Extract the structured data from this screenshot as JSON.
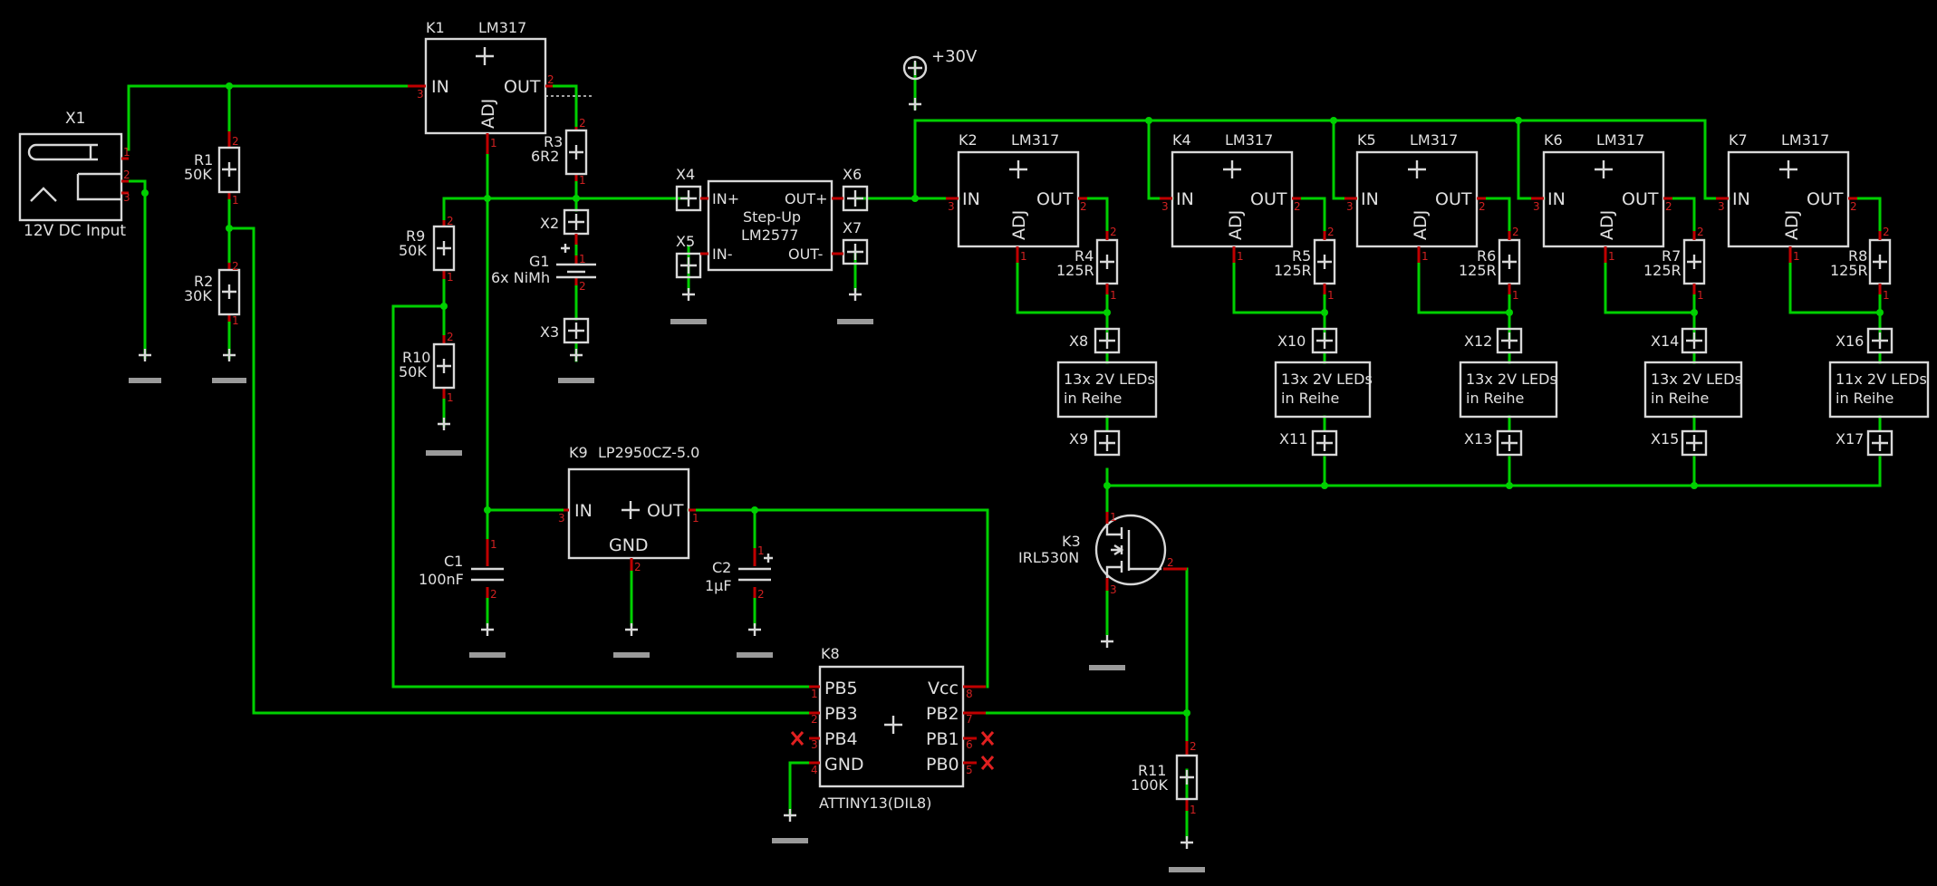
{
  "refs": {
    "X1": "X1",
    "X2": "X2",
    "X3": "X3",
    "X4": "X4",
    "X5": "X5",
    "X6": "X6",
    "X7": "X7",
    "X8": "X8",
    "X9": "X9",
    "X10": "X10",
    "X11": "X11",
    "X12": "X12",
    "X13": "X13",
    "X14": "X14",
    "X15": "X15",
    "X16": "X16",
    "X17": "X17",
    "K1": "K1",
    "K2": "K2",
    "K3": "K3",
    "K4": "K4",
    "K5": "K5",
    "K6": "K6",
    "K7": "K7",
    "K8": "K8",
    "K9": "K9",
    "R1": "R1",
    "R2": "R2",
    "R3": "R3",
    "R4": "R4",
    "R5": "R5",
    "R6": "R6",
    "R7": "R7",
    "R8": "R8",
    "R9": "R9",
    "R10": "R10",
    "R11": "R11",
    "C1": "C1",
    "C2": "C2",
    "G1": "G1"
  },
  "values": {
    "X1": "12V DC Input",
    "K1": "LM317",
    "K2": "LM317",
    "K4": "LM317",
    "K5": "LM317",
    "K6": "LM317",
    "K7": "LM317",
    "K9": "LP2950CZ-5.0",
    "K8": "ATTINY13(DIL8)",
    "K3": "IRL530N",
    "R1": "50K",
    "R2": "30K",
    "R3": "6R2",
    "R4": "125R",
    "R5": "125R",
    "R6": "125R",
    "R7": "125R",
    "R8": "125R",
    "R9": "50K",
    "R10": "50K",
    "R11": "100K",
    "C1": "100nF",
    "C2": "1µF",
    "G1": "6x NiMh",
    "supply": "+30V"
  },
  "pins": {
    "IN": "IN",
    "OUT": "OUT",
    "ADJ": "ADJ",
    "GND": "GND",
    "INp": "IN+",
    "OUTp": "OUT+",
    "INm": "IN-",
    "OUTm": "OUT-",
    "stepup1": "Step-Up",
    "stepup2": "LM2577",
    "PB5": "PB5",
    "PB3": "PB3",
    "PB4": "PB4",
    "PB2": "PB2",
    "PB1": "PB1",
    "PB0": "PB0",
    "Vcc": "Vcc"
  },
  "leds": {
    "led13": "13x 2V LEDs",
    "led11": "11x 2V LEDs",
    "reihe": "in Reihe"
  }
}
